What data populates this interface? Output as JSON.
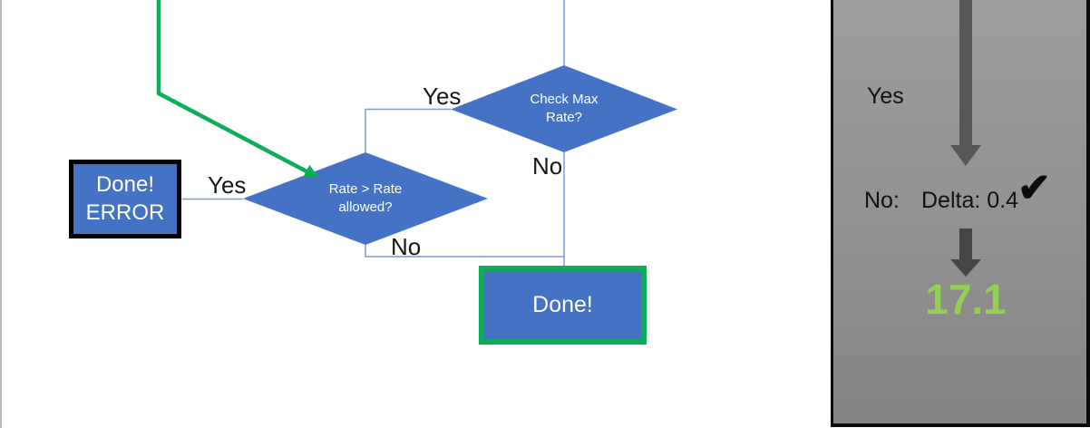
{
  "flowchart": {
    "decisions": {
      "check_max_rate": {
        "label": "Check Max\nRate?"
      },
      "rate_allowed": {
        "label": "Rate > Rate\nallowed?"
      }
    },
    "terminals": {
      "done_error": {
        "label": "Done!\nERROR"
      },
      "done": {
        "label": "Done!"
      }
    },
    "edge_labels": {
      "check_max_yes": "Yes",
      "check_max_no": "No",
      "rate_yes": "Yes",
      "rate_no": "No"
    },
    "colors": {
      "shape_fill": "#4472C4",
      "connector": "#7D9BD2",
      "highlight_green": "#0EAD59",
      "error_border": "#000000"
    }
  },
  "panel": {
    "yes_label": "Yes",
    "no_label": "No:",
    "delta_text": "Delta: 0.4",
    "check_icon": "✔",
    "result_value": "17.1",
    "colors": {
      "result_green": "#92D050",
      "arrow_dark": "#4F4F4F",
      "panel_gray": "#919191"
    }
  }
}
